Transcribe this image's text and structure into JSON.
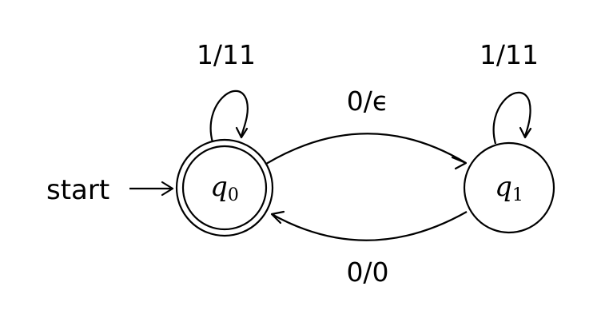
{
  "diagram": {
    "start_label": "start",
    "states": [
      {
        "id": "q0",
        "label_base": "q",
        "label_sub": "0",
        "accepting": true
      },
      {
        "id": "q1",
        "label_base": "q",
        "label_sub": "1",
        "accepting": false
      }
    ],
    "transitions": [
      {
        "from": "q0",
        "to": "q0",
        "label": "1/11"
      },
      {
        "from": "q1",
        "to": "q1",
        "label": "1/11"
      },
      {
        "from": "q0",
        "to": "q1",
        "label": "0/ϵ"
      },
      {
        "from": "q1",
        "to": "q0",
        "label": "0/0"
      }
    ]
  }
}
